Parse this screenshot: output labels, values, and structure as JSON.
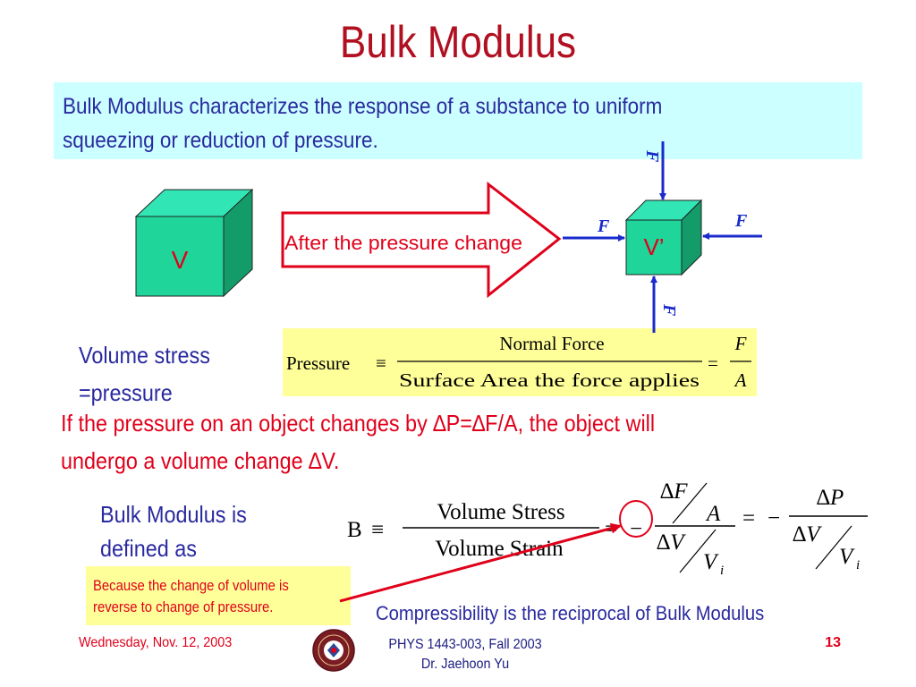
{
  "title": "Bulk Modulus",
  "intro": {
    "line1": "Bulk Modulus characterizes the response of a substance to uniform",
    "line2": "squeezing or reduction of pressure."
  },
  "diagram": {
    "cube_before_label": "V",
    "arrow_label": "After the pressure change",
    "cube_after_label": "V’",
    "force_symbol": "F",
    "colors": {
      "cube_front": "#1fd59a",
      "cube_side": "#139c6a",
      "cube_top": "#32e5b4",
      "arrow_outline": "#e0001a",
      "force_arrow": "#1a2bcc"
    }
  },
  "volume_stress": {
    "line1": "Volume stress",
    "line2": "=pressure"
  },
  "pressure_eq": {
    "lhs": "Pressure",
    "equiv": "≡",
    "numerator": "Normal Force",
    "denominator": "Surface Area the force applies",
    "equals": "=",
    "f": "F",
    "a": "A"
  },
  "pressure_change": {
    "line1": "If the pressure on an object changes by ∆P=∆F/A, the object will",
    "line2": "undergo a volume change ∆V."
  },
  "bulk_definition": {
    "line1": "Bulk Modulus is",
    "line2": "defined as"
  },
  "bulk_eq": {
    "b": "B",
    "equiv": "≡",
    "num": "Volume Stress",
    "den": "Volume Strain",
    "equals": "=",
    "minus": "−",
    "delta_f": "∆F",
    "a": "A",
    "delta_v": "∆V",
    "v": "V",
    "i": "i",
    "delta_p": "∆P"
  },
  "note": {
    "line1": "Because the change of volume is",
    "line2": "reverse to change of pressure."
  },
  "compressibility": "Compressibility is the reciprocal of Bulk Modulus",
  "footer": {
    "date": "Wednesday, Nov. 12, 2003",
    "course_line1": "PHYS 1443-003, Fall 2003",
    "course_line2": "Dr. Jaehoon Yu",
    "page": "13"
  }
}
